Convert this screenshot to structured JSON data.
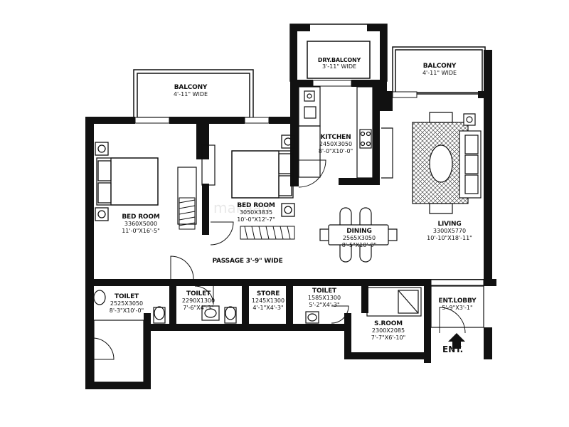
{
  "rooms": {
    "balcony_left": {
      "name": "BALCONY",
      "dim1": "4'-11\" WIDE"
    },
    "dry_balcony": {
      "name": "DRY.BALCONY",
      "dim1": "3'-11\" WIDE"
    },
    "balcony_right": {
      "name": "BALCONY",
      "dim1": "4'-11\" WIDE"
    },
    "bedroom1": {
      "name": "BED ROOM",
      "dim1": "3360X5000",
      "dim2": "11'-0\"X16'-5\""
    },
    "bedroom2": {
      "name": "BED ROOM",
      "dim1": "3050X3835",
      "dim2": "10'-0\"X12'-7\""
    },
    "kitchen": {
      "name": "KITCHEN",
      "dim1": "2450X3050",
      "dim2": "8'-0\"X10'-0\""
    },
    "living": {
      "name": "LIVING",
      "dim1": "3300X5770",
      "dim2": "10'-10\"X18'-11\""
    },
    "dining": {
      "name": "DINING",
      "dim1": "2565X3050",
      "dim2": "8'-5\"X10'-0\""
    },
    "passage": {
      "name": "PASSAGE 3'-9\" WIDE"
    },
    "toilet1": {
      "name": "TOILET",
      "dim1": "2525X3050",
      "dim2": "8'-3\"X10'-0\""
    },
    "toilet2": {
      "name": "TOILET",
      "dim1": "2290X1300",
      "dim2": "7'-6\"X4'-3\""
    },
    "store": {
      "name": "STORE",
      "dim1": "1245X1300",
      "dim2": "4'-1\"X4'-3\""
    },
    "toilet3": {
      "name": "TOILET",
      "dim1": "1585X1300",
      "dim2": "5'-2\"X4'-3\""
    },
    "sroom": {
      "name": "S.ROOM",
      "dim1": "2300X2085",
      "dim2": "7'-7\"X6'-10\""
    },
    "entlobby": {
      "name": "ENT.LOBBY",
      "dim1": "5'-9\"X3'-1\""
    }
  },
  "entrance_label": "ENT.",
  "watermark": "makaan"
}
